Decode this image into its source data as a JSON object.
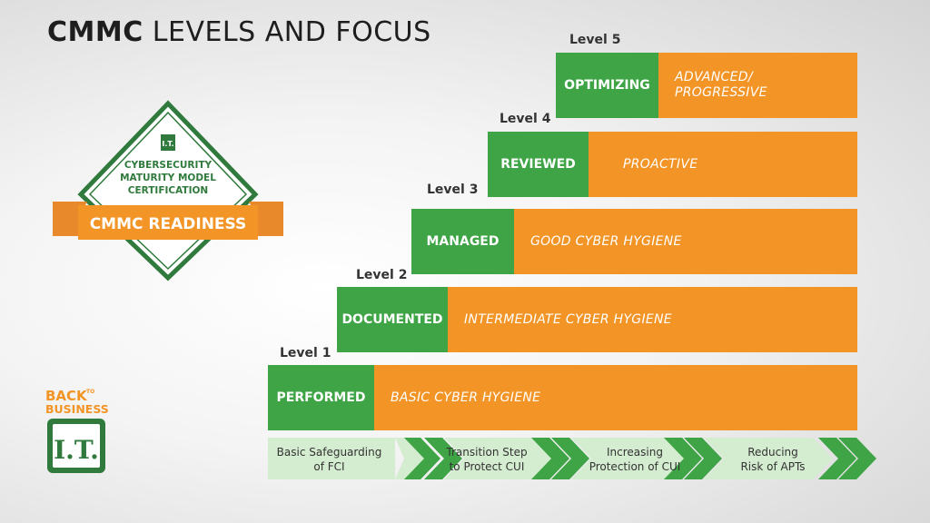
{
  "title": {
    "bold": "CMMC",
    "rest": " LEVELS AND FOCUS"
  },
  "levels": [
    {
      "label": "Level 1",
      "name": "PERFORMED",
      "focus": "BASIC CYBER HYGIENE"
    },
    {
      "label": "Level 2",
      "name": "DOCUMENTED",
      "focus": "INTERMEDIATE CYBER HYGIENE"
    },
    {
      "label": "Level 3",
      "name": "MANAGED",
      "focus": "GOOD CYBER HYGIENE"
    },
    {
      "label": "Level 4",
      "name": "REVIEWED",
      "focus": "PROACTIVE"
    },
    {
      "label": "Level 5",
      "name": "OPTIMIZING",
      "focus_line1": "ADVANCED/",
      "focus_line2": "PROGRESSIVE"
    }
  ],
  "progression": [
    {
      "line1": "Basic Safeguarding",
      "line2": "of FCI"
    },
    {
      "line1": "Transition Step",
      "line2": "to Protect CUI"
    },
    {
      "line1": "Increasing",
      "line2": "Protection of CUI"
    },
    {
      "line1": "Reducing",
      "line2": "Risk of APTs"
    }
  ],
  "badge": {
    "line1": "CYBERSECURITY",
    "line2": "MATURITY MODEL",
    "line3": "CERTIFICATION",
    "ribbon": "CMMC READINESS"
  },
  "brand": {
    "line1": "BACK",
    "to": "TO",
    "line2": "BUSINESS",
    "mark": "I.T."
  },
  "colors": {
    "green": "#3ea445",
    "orange": "#f39426",
    "light_green": "#d4eccf",
    "dark_green": "#2f7a3c"
  }
}
